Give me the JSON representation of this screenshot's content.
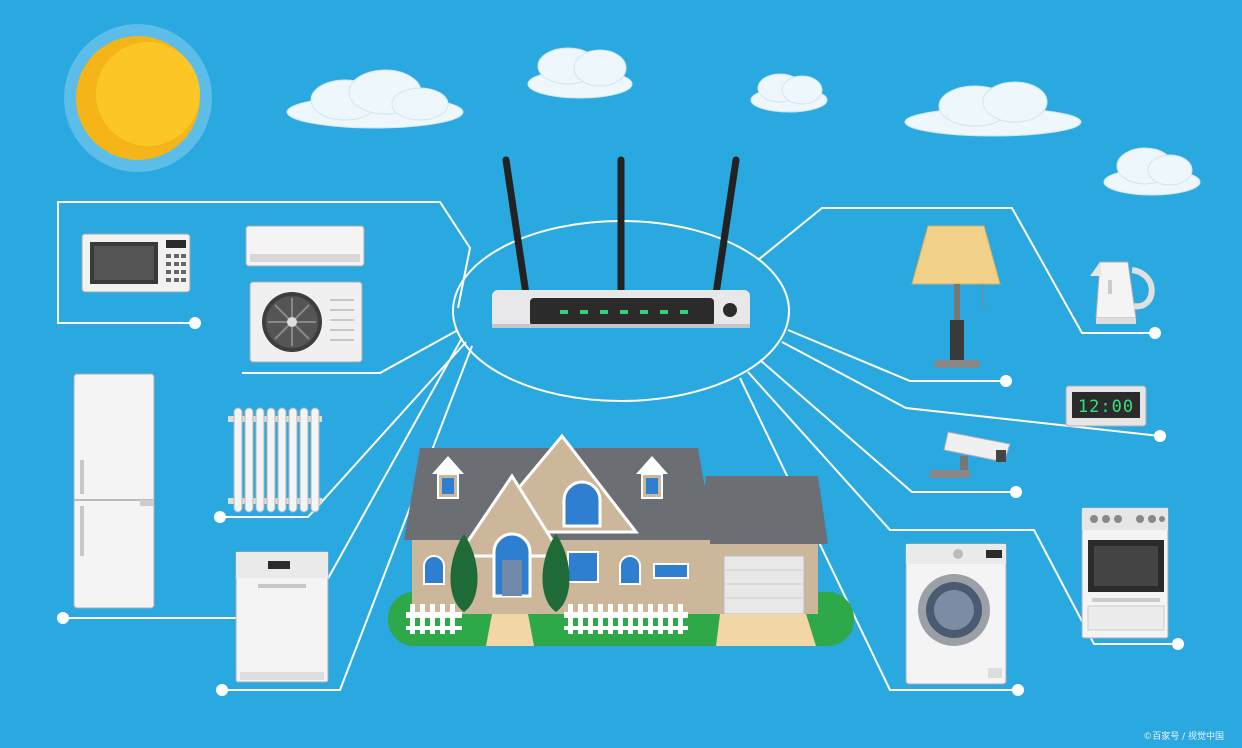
{
  "colors": {
    "sky": "#2aa8e0",
    "connector": "#ffffff",
    "sun": "#f5b417",
    "router_body": "#e8e8ea",
    "router_panel": "#2b2b2b",
    "router_led": "#36d17a",
    "clock_digits": "#38e07c",
    "grass": "#2fa84a",
    "roof": "#6b6f73",
    "siding": "#cdb79a"
  },
  "hub": {
    "icon": "wifi-router"
  },
  "devices": [
    {
      "id": "microwave",
      "icon": "microwave-icon"
    },
    {
      "id": "air-conditioner",
      "icon": "air-conditioner-icon"
    },
    {
      "id": "refrigerator",
      "icon": "refrigerator-icon"
    },
    {
      "id": "radiator",
      "icon": "radiator-icon"
    },
    {
      "id": "dishwasher",
      "icon": "dishwasher-icon"
    },
    {
      "id": "floor-lamp",
      "icon": "lamp-icon"
    },
    {
      "id": "electric-kettle",
      "icon": "kettle-icon"
    },
    {
      "id": "digital-clock",
      "icon": "clock-icon"
    },
    {
      "id": "security-camera",
      "icon": "camera-icon"
    },
    {
      "id": "washing-machine",
      "icon": "washing-machine-icon"
    },
    {
      "id": "stove-oven",
      "icon": "oven-icon"
    }
  ],
  "clock": {
    "time": "12:00"
  },
  "watermark": "©百家号 / 视觉中国"
}
